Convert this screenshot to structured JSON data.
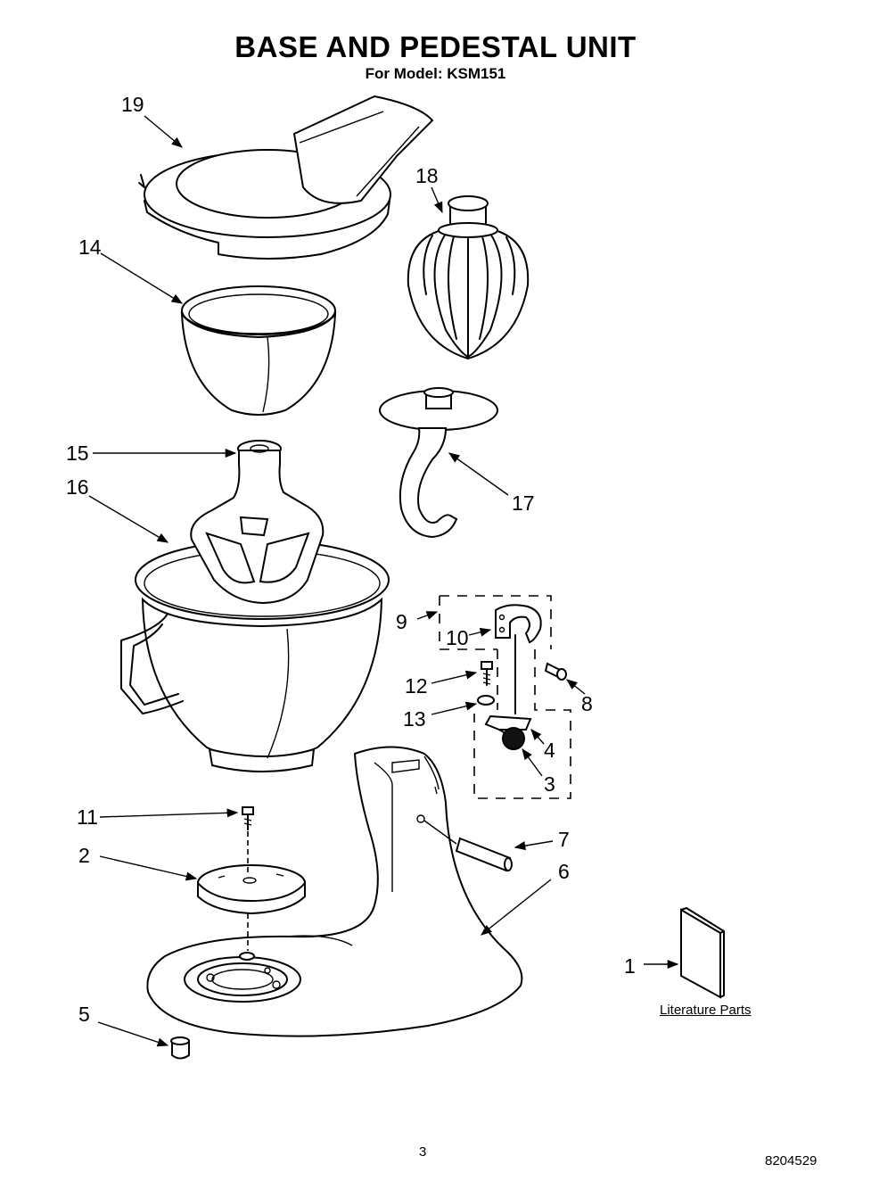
{
  "header": {
    "title": "BASE AND PEDESTAL UNIT",
    "subtitle": "For Model: KSM151"
  },
  "callouts": {
    "c1": "1",
    "c2": "2",
    "c3": "3",
    "c4": "4",
    "c5": "5",
    "c6": "6",
    "c7": "7",
    "c8": "8",
    "c9": "9",
    "c10": "10",
    "c11": "11",
    "c12": "12",
    "c13": "13",
    "c14": "14",
    "c15": "15",
    "c16": "16",
    "c17": "17",
    "c18": "18",
    "c19": "19"
  },
  "literature_label": "Literature Parts",
  "footer": {
    "page_number": "3",
    "document_number": "8204529"
  }
}
